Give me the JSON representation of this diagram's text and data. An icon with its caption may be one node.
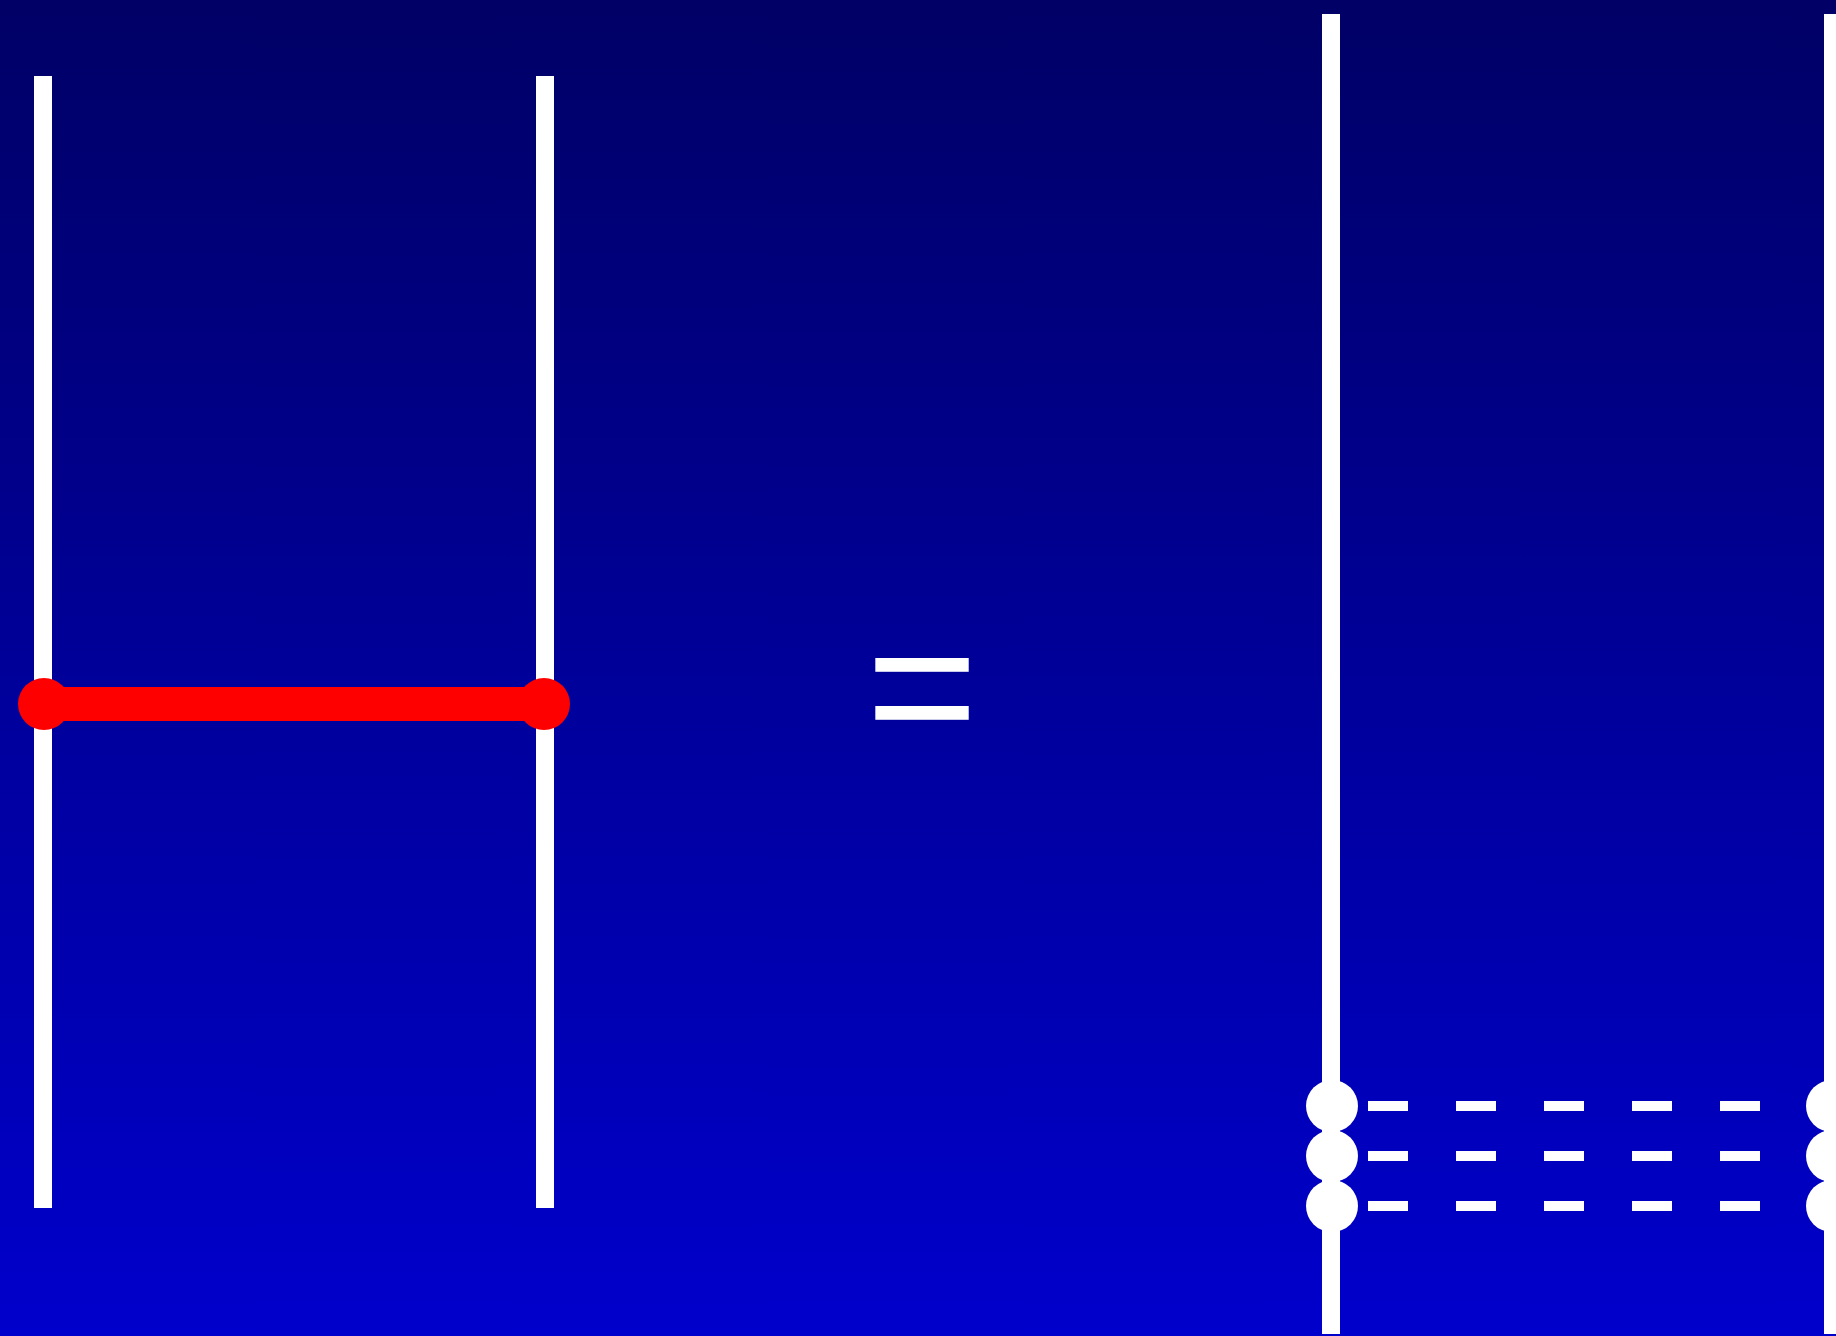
{
  "diagram": {
    "nodes": [
      {
        "text": [],
        "shape": "bar"
      },
      {
        "text": [],
        "shape": "bar"
      },
      {
        "text": [],
        "shape": "bar"
      },
      {
        "text": [],
        "shape": "bar"
      }
    ],
    "edges": [
      {
        "from": 0,
        "to": 1,
        "arrow": "other",
        "style": "thick",
        "color": "#ff0000"
      },
      {
        "from": 2,
        "to": 3,
        "arrow": "other",
        "style": "dashed"
      },
      {
        "from": 2,
        "to": 3,
        "arrow": "other",
        "style": "dashed"
      },
      {
        "from": 2,
        "to": 3,
        "arrow": "other",
        "style": "dashed"
      }
    ],
    "labels": [
      "="
    ]
  }
}
